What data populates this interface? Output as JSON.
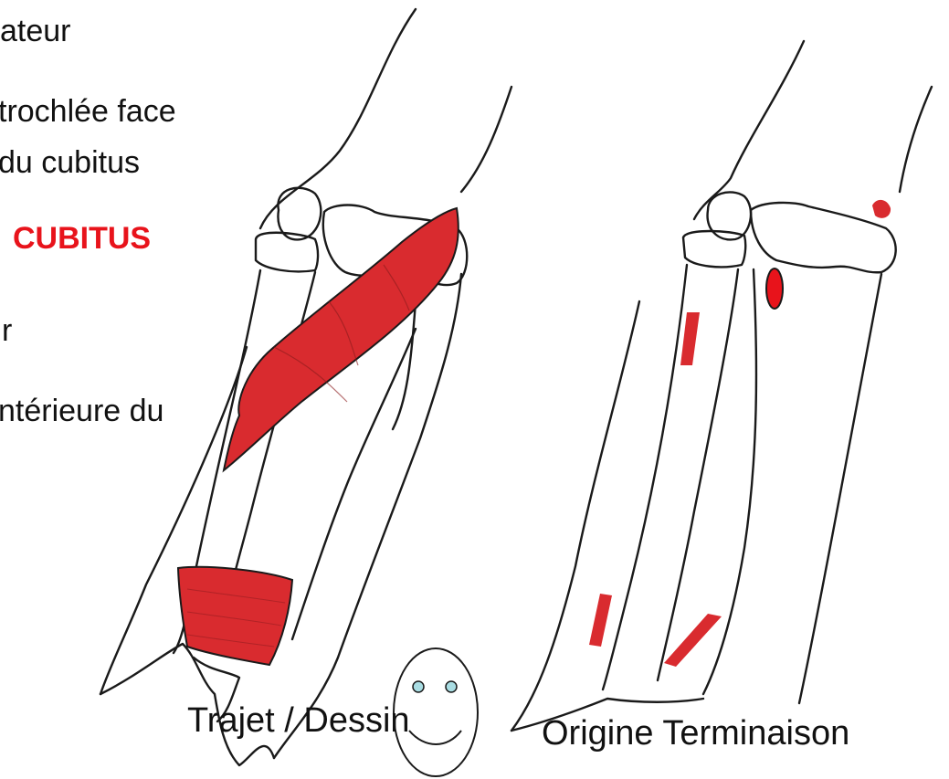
{
  "text_lines": {
    "line1": "ateur",
    "line2": "trochlée face",
    "line3": "du cubitus",
    "title": "CUBITUS",
    "line4": "r",
    "line5": "ntérieure du"
  },
  "captions": {
    "left": "Trajet / Dessin",
    "right": "Origine  Terminaison"
  },
  "colors": {
    "muscle": "#d92b2f",
    "title": "#e8131b",
    "ink": "#111111",
    "origin_marker": "#e8131b",
    "face_eyes": "#a9dde3"
  },
  "icons": {
    "face": "smiley-face-icon"
  }
}
